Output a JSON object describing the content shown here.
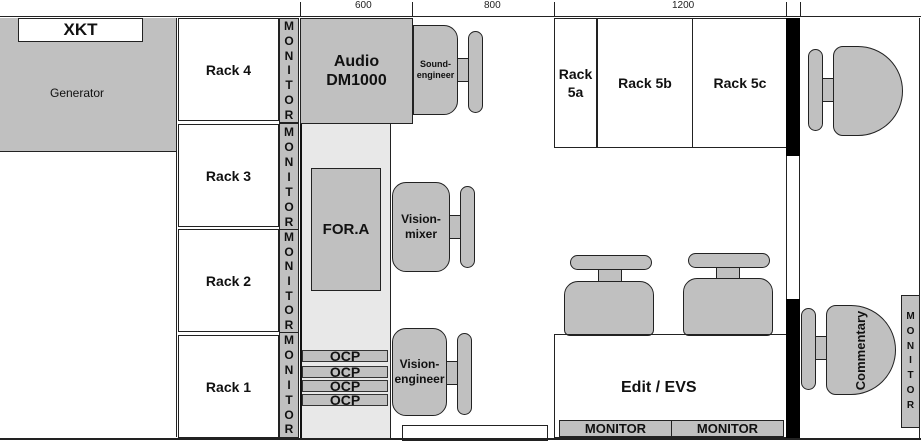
{
  "dimensions": {
    "labels": [
      "600",
      "800",
      "1200"
    ]
  },
  "areas": {
    "xkt": "XKT",
    "generator": "Generator",
    "racks": [
      "Rack 4",
      "Rack 3",
      "Rack 2",
      "Rack 1"
    ],
    "rack5a_line1": "Rack",
    "rack5a_line2": "5a",
    "rack5b": "Rack 5b",
    "rack5c": "Rack 5c",
    "audio_line1": "Audio",
    "audio_line2": "DM1000",
    "fora": "FOR.A",
    "ocp_units": [
      "OCP",
      "OCP",
      "OCP",
      "OCP"
    ],
    "edit_evs": "Edit / EVS",
    "monitor_label": "MONITOR",
    "monitor_letters": [
      "M",
      "O",
      "N",
      "I",
      "T",
      "O",
      "R"
    ]
  },
  "seats": {
    "sound_engineer_line1": "Sound-",
    "sound_engineer_line2": "engineer",
    "vision_mixer_line1": "Vision-",
    "vision_mixer_line2": "mixer",
    "vision_engineer_line1": "Vision-",
    "vision_engineer_line2": "engineer",
    "commentary": "Commentary"
  },
  "colors": {
    "equipment": "#c0c0c0",
    "aisle": "#e8e8e8",
    "wall": "#000000"
  }
}
